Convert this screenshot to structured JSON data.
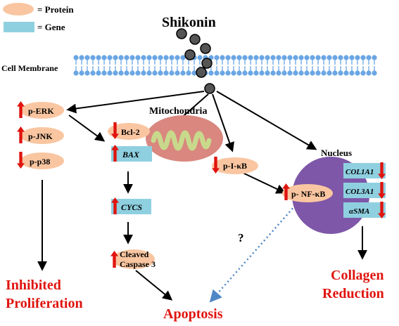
{
  "legend": {
    "protein_label": "= Protein",
    "gene_label": "= Gene"
  },
  "title": "Shikonin",
  "membrane_label": "Cell Membrane",
  "mito_label": "Mitochondria",
  "nucleus_label": "Nucleus",
  "nodes": {
    "p_erk": "p-ERK",
    "p_jnk": "p-JNK",
    "p_p38": "p-p38",
    "bcl2": "Bcl-2",
    "bax": "BAX",
    "cycs": "CYCS",
    "caspase_line1": "Cleaved",
    "caspase_line2": "Caspase 3",
    "p_ikb": "p-I-κB",
    "p_nfkb": "p- NF-κB",
    "col1a1": "COL1A1",
    "col3a1": "COL3A1",
    "asma": "αSMA",
    "question": "?"
  },
  "outcomes": {
    "inhibited_1": "Inhibited",
    "inhibited_2": "Proliferation",
    "apoptosis": "Apoptosis",
    "collagen_1": "Collagen",
    "collagen_2": "Reduction"
  },
  "colors": {
    "protein": "#f9c6a1",
    "gene": "#8fd0e0",
    "membrane": "#6aa6e4",
    "up_down_arrow": "#e0140f",
    "outcome_text": "#e0140f",
    "nucleus": "#7e57a8",
    "mito_outer": "#d9877f",
    "mito_inner": "#c8d98c",
    "dotted_arrow": "#4f86c6",
    "dots": "#555555"
  }
}
